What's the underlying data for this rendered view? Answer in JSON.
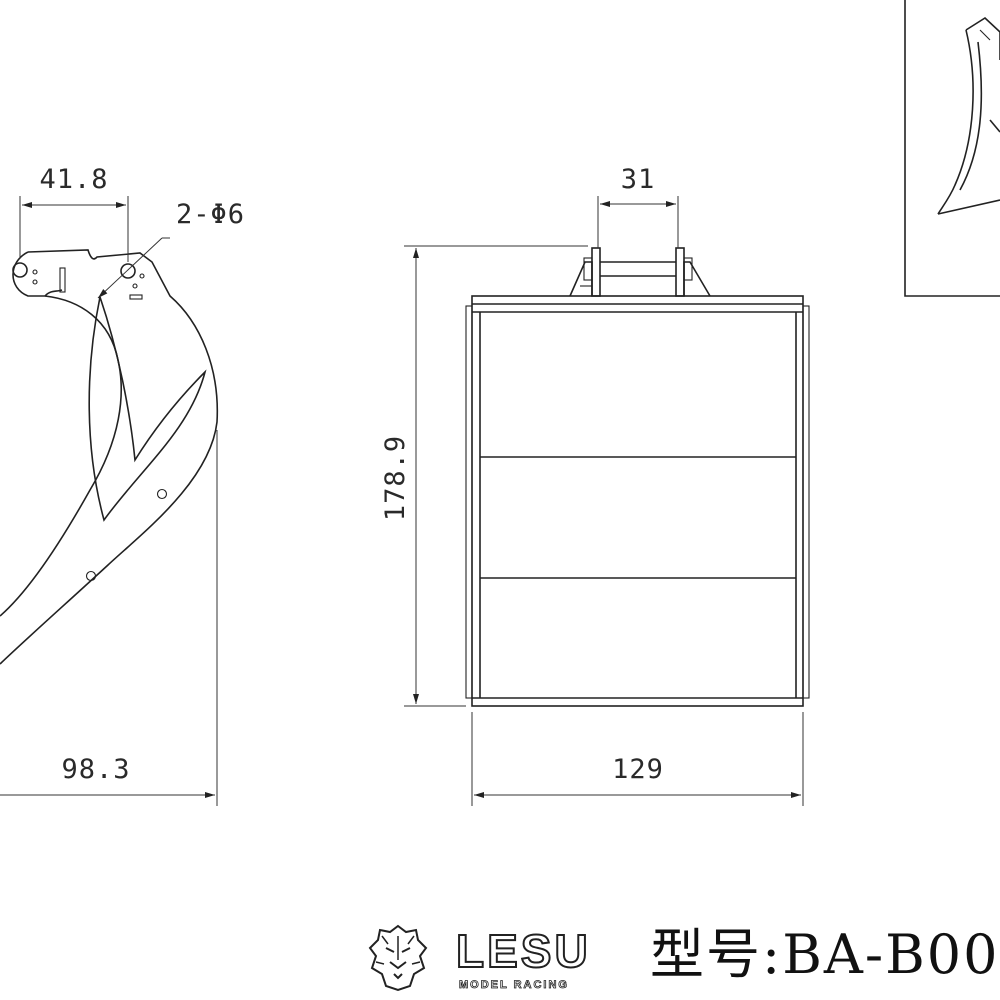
{
  "dimensions": {
    "hole_spacing": "41.8",
    "hole_callout": "2-Φ6",
    "side_width": "98.3",
    "mount_width": "31",
    "height": "178.9",
    "front_width": "129"
  },
  "title_block": {
    "brand_name": "LESU",
    "brand_subtitle": "MODEL RACING",
    "model_label": "型号:BA-B00"
  },
  "icons": [
    "lion-head-logo-icon"
  ]
}
